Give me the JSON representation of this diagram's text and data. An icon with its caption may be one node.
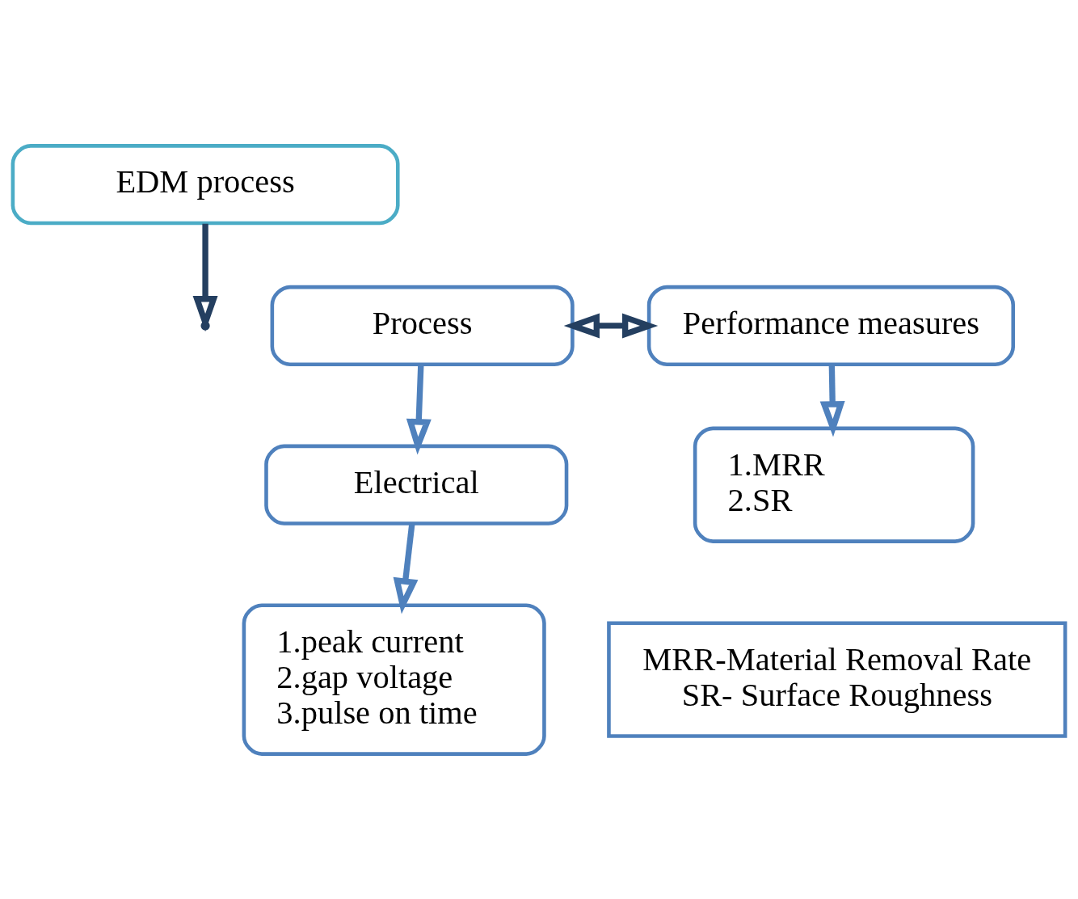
{
  "diagram": {
    "nodes": [
      {
        "text": [
          "EDM process"
        ]
      },
      {
        "text": [
          "Process"
        ]
      },
      {
        "text": [
          "Performance measures"
        ]
      },
      {
        "text": [
          "Electrical"
        ]
      },
      {
        "text": [
          "1.peak current",
          "2.gap voltage",
          "3.pulse on time"
        ]
      },
      {
        "text": [
          "1.MRR",
          "2.SR"
        ]
      },
      {
        "text": [
          "MRR-Material Removal Rate",
          "SR- Surface Roughness"
        ]
      }
    ],
    "edges": [
      {
        "from": 0,
        "to": null,
        "arrow": "to",
        "color": "#243f60"
      },
      {
        "from": 1,
        "to": 2,
        "arrow": "both",
        "color": "#243f60"
      },
      {
        "from": 1,
        "to": 3,
        "arrow": "to"
      },
      {
        "from": 3,
        "to": 4,
        "arrow": "to"
      },
      {
        "from": 2,
        "to": 5,
        "arrow": "to"
      }
    ]
  }
}
